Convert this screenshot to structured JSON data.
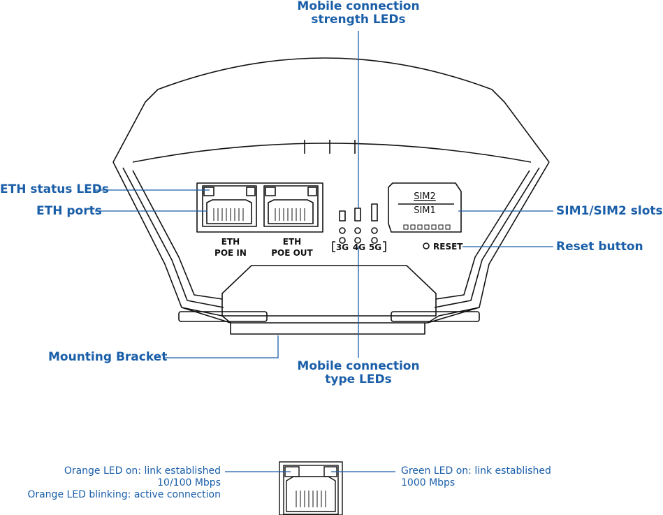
{
  "callouts": {
    "mobile_strength": [
      "Mobile connection",
      "strength LEDs"
    ],
    "eth_status_leds": "ETH status LEDs",
    "eth_ports": "ETH ports",
    "sim_slots": "SIM1/SIM2 slots",
    "reset_button": "Reset button",
    "mounting_bracket": "Mounting Bracket",
    "mobile_type": [
      "Mobile connection",
      "type LEDs"
    ]
  },
  "device": {
    "port1_label": [
      "ETH",
      "POE IN"
    ],
    "port2_label": [
      "ETH",
      "POE OUT"
    ],
    "led_types": [
      "3G",
      "4G",
      "5G"
    ],
    "sim_top": "SIM2",
    "sim_bottom": "SIM1",
    "reset": "RESET"
  },
  "legend": {
    "left_lines": [
      "Orange LED on: link established",
      "10/100  Mbps",
      "Orange LED blinking: active connection"
    ],
    "right_lines": [
      "Green LED on: link established",
      "1000 Mbps"
    ]
  },
  "colors": {
    "callout": "#1a5ea8",
    "outline": "#111111"
  }
}
